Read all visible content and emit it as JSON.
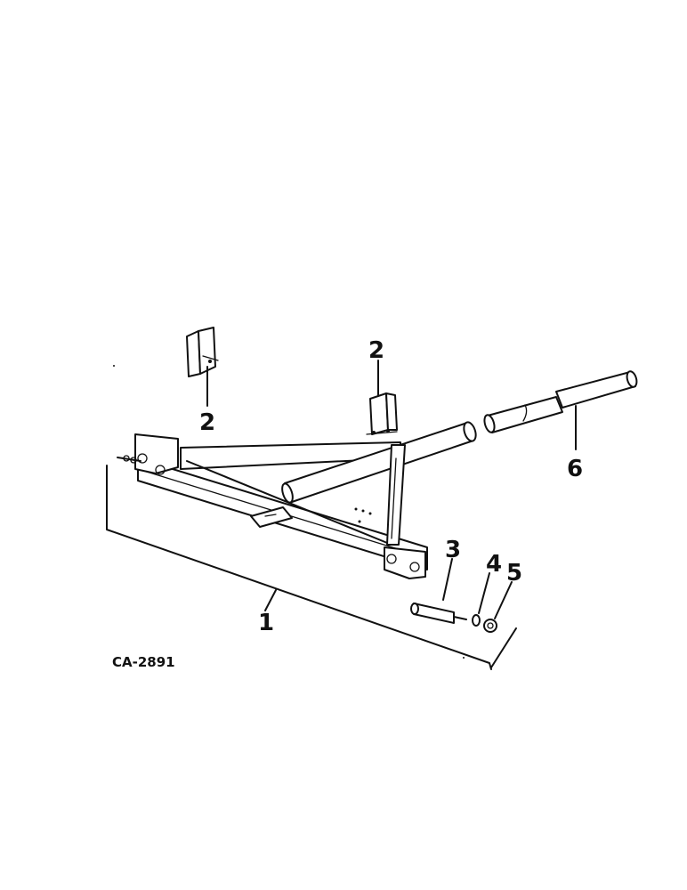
{
  "figure": {
    "id": "CA-2891"
  },
  "callouts": [
    {
      "number": "1",
      "part": "frame assembly"
    },
    {
      "number": "2",
      "part": "bracket (left)"
    },
    {
      "number": "2",
      "part": "bracket (right)"
    },
    {
      "number": "3",
      "part": "pin"
    },
    {
      "number": "4",
      "part": "washer"
    },
    {
      "number": "5",
      "part": "nut"
    },
    {
      "number": "6",
      "part": "tongue tube"
    }
  ]
}
